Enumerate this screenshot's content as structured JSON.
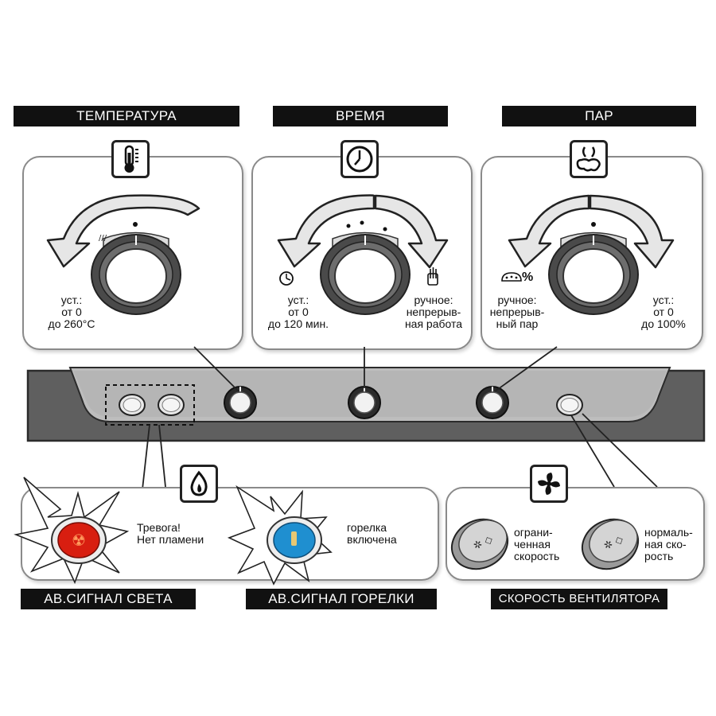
{
  "sections": {
    "temperature": {
      "title": "ТЕМПЕРАТУРА",
      "range_lines": [
        "уст.:",
        "от 0",
        "до 260°C"
      ],
      "icon": "thermometer-icon"
    },
    "time": {
      "title": "ВРЕМЯ",
      "range_lines": [
        "уст.:",
        "от 0",
        "до 120 мин."
      ],
      "manual_lines": [
        "ручное:",
        "непрерыв-",
        "ная работа"
      ],
      "icon": "clock-icon"
    },
    "steam": {
      "title": "ПАР",
      "manual_lines": [
        "ручное:",
        "непрерыв-",
        "ный пар"
      ],
      "range_lines": [
        "уст.:",
        "от 0",
        "до 100%"
      ],
      "percent_symbol": "%",
      "icon": "steam-icon"
    }
  },
  "lamps": {
    "alarm": {
      "title": "АВ.СИГНАЛ СВЕТА",
      "text_lines": [
        "Тревога!",
        "Нет пламени"
      ],
      "color": "#d81e10"
    },
    "burner": {
      "title": "АВ.СИГНАЛ ГОРЕЛКИ",
      "text_lines": [
        "горелка",
        "включена"
      ],
      "color": "#1f8fd0",
      "icon": "flame-icon"
    }
  },
  "fan": {
    "title": "СКОРОСТЬ ВЕНТИЛЯТОРА",
    "reduced_lines": [
      "ограни-",
      "ченная",
      "скорость"
    ],
    "normal_lines": [
      "нормаль-",
      "ная ско-",
      "рость"
    ],
    "icon": "fan-icon"
  },
  "colors": {
    "panel": "#5f5f5f",
    "label_bar": "#111111",
    "arrow_fill": "#e6e6e6"
  }
}
